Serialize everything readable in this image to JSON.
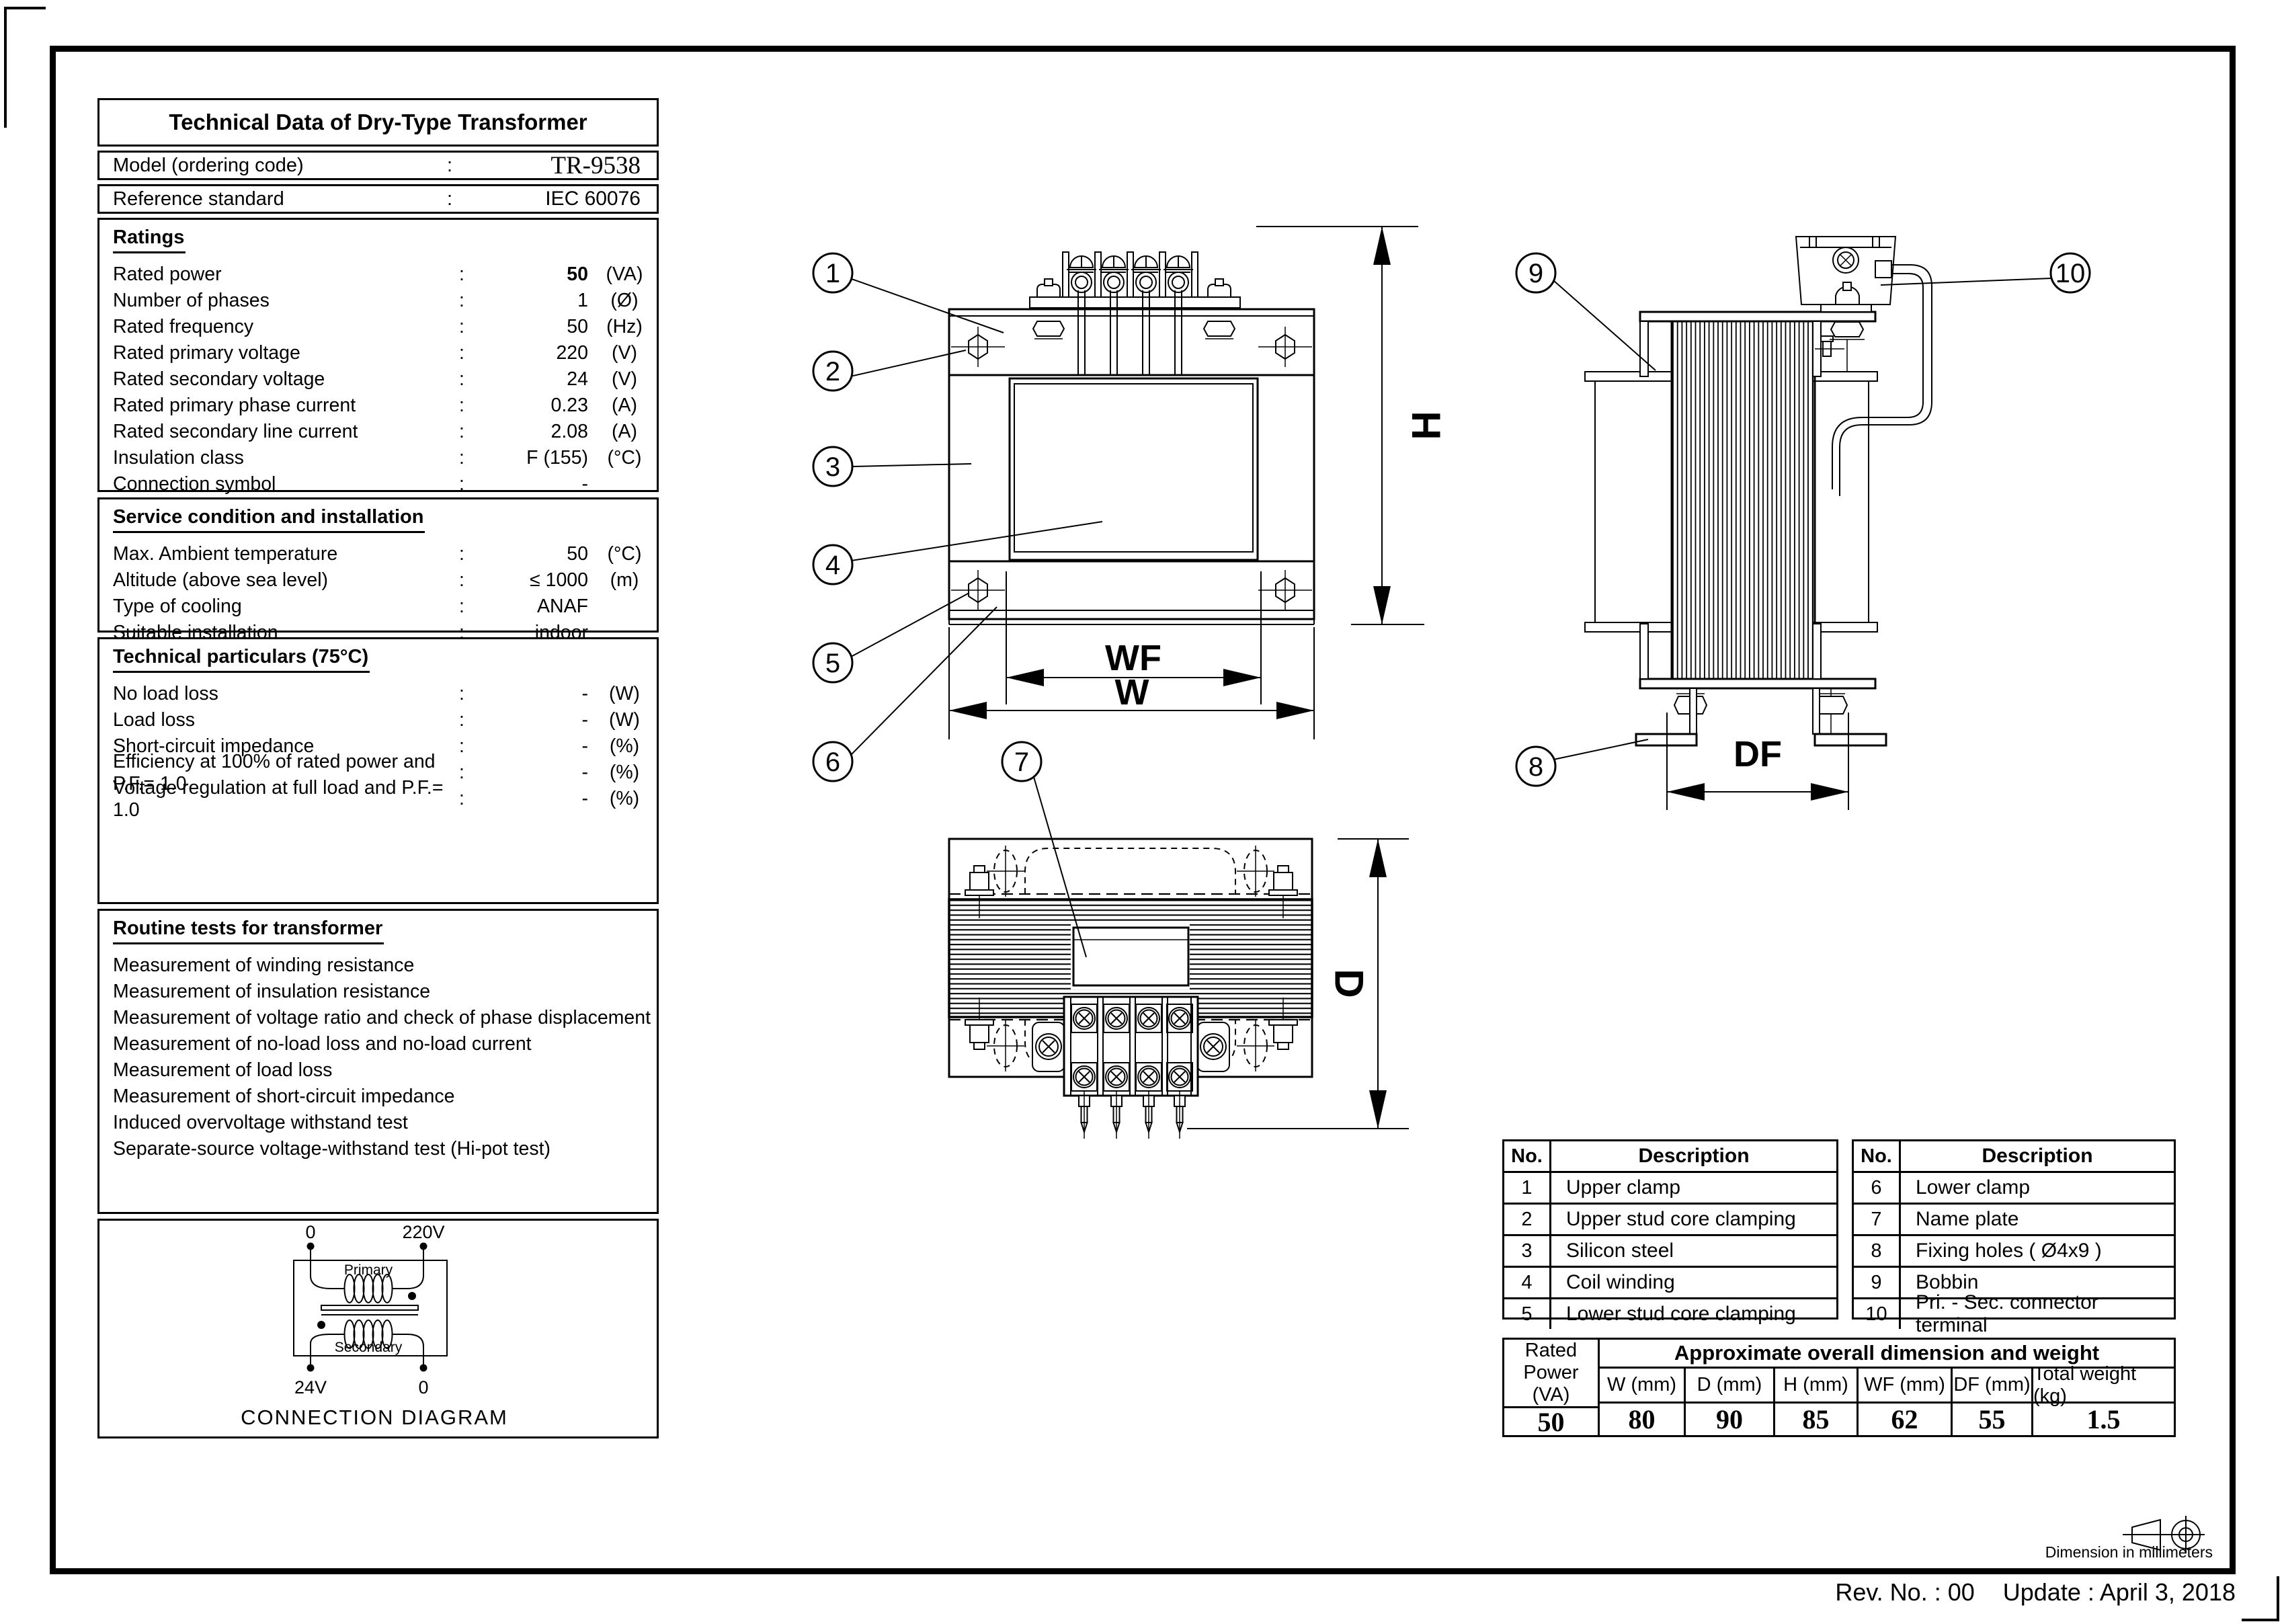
{
  "doc": {
    "title": "Technical Data of Dry-Type Transformer",
    "colon": ":",
    "info": [
      {
        "label": "Model (ordering code)",
        "value": "TR-9538"
      },
      {
        "label": "Reference standard",
        "value": "IEC 60076"
      }
    ],
    "sections": {
      "ratings": {
        "heading": "Ratings",
        "rows": [
          {
            "label": "Rated power",
            "value": "50",
            "unit": "(VA)"
          },
          {
            "label": "Number of phases",
            "value": "1",
            "unit": "(Ø)"
          },
          {
            "label": "Rated frequency",
            "value": "50",
            "unit": "(Hz)"
          },
          {
            "label": "Rated primary voltage",
            "value": "220",
            "unit": "(V)"
          },
          {
            "label": "Rated secondary voltage",
            "value": "24",
            "unit": "(V)"
          },
          {
            "label": "Rated primary phase current",
            "value": "0.23",
            "unit": "(A)"
          },
          {
            "label": "Rated secondary line current",
            "value": "2.08",
            "unit": "(A)"
          },
          {
            "label": "Insulation class",
            "value": "F (155)",
            "unit": "(°C)"
          },
          {
            "label": "Connection symbol",
            "value": "-",
            "unit": ""
          }
        ]
      },
      "service": {
        "heading": "Service condition and installation",
        "rows": [
          {
            "label": "Max. Ambient temperature",
            "value": "50",
            "unit": "(°C)"
          },
          {
            "label": "Altitude (above sea level)",
            "value": "≤ 1000",
            "unit": "(m)"
          },
          {
            "label": "Type of cooling",
            "value": "ANAF",
            "unit": ""
          },
          {
            "label": "Suitable installation",
            "value": "indoor",
            "unit": ""
          }
        ]
      },
      "technical": {
        "heading": "Technical particulars (75°C)",
        "rows": [
          {
            "label": "No load loss",
            "value": "-",
            "unit": "(W)"
          },
          {
            "label": "Load loss",
            "value": "-",
            "unit": "(W)"
          },
          {
            "label": "Short-circuit impedance",
            "value": "-",
            "unit": "(%)"
          },
          {
            "label": "Efficiency at 100% of rated power and P.F.= 1.0",
            "value": "-",
            "unit": "(%)"
          },
          {
            "label": "Voltage regulation at full load and P.F.= 1.0",
            "value": "-",
            "unit": "(%)"
          }
        ]
      },
      "routine": {
        "heading": "Routine tests for transformer",
        "items": [
          "Measurement of winding resistance",
          "Measurement of insulation resistance",
          "Measurement of voltage ratio and check of phase displacement",
          "Measurement of no-load loss and no-load current",
          "Measurement of load loss",
          "Measurement of short-circuit impedance",
          "Induced overvoltage withstand test",
          "Separate-source voltage-withstand test (Hi-pot test)"
        ]
      }
    },
    "connection": {
      "caption": "CONNECTION  DIAGRAM",
      "top_left": "0",
      "top_right": "220V",
      "primary": "Primary",
      "secondary": "Secondary",
      "bottom_left": "24V",
      "bottom_right": "0"
    }
  },
  "drawings": {
    "callouts": [
      "1",
      "2",
      "3",
      "4",
      "5",
      "6",
      "7",
      "8",
      "9",
      "10"
    ],
    "dims": {
      "h": "H",
      "wf": "WF",
      "w": "W",
      "df": "DF",
      "d": "D"
    }
  },
  "parts_left": {
    "header_no": "No.",
    "header_desc": "Description",
    "rows": [
      {
        "no": "1",
        "desc": "Upper clamp"
      },
      {
        "no": "2",
        "desc": "Upper stud core clamping"
      },
      {
        "no": "3",
        "desc": "Silicon steel"
      },
      {
        "no": "4",
        "desc": "Coil winding"
      },
      {
        "no": "5",
        "desc": "Lower stud core clamping"
      }
    ]
  },
  "parts_right": {
    "header_no": "No.",
    "header_desc": "Description",
    "rows": [
      {
        "no": "6",
        "desc": "Lower clamp"
      },
      {
        "no": "7",
        "desc": "Name plate"
      },
      {
        "no": "8",
        "desc": "Fixing holes ( Ø4x9 )"
      },
      {
        "no": "9",
        "desc": "Bobbin"
      },
      {
        "no": "10",
        "desc": "Pri. - Sec. connector terminal"
      }
    ]
  },
  "dimension_table": {
    "rated_power_lines": [
      "Rated",
      "Power",
      "(VA)"
    ],
    "group_header": "Approximate overall dimension and weight",
    "columns": [
      "W (mm)",
      "D (mm)",
      "H (mm)",
      "WF (mm)",
      "DF (mm)",
      "Total weight (kg)"
    ],
    "rated_power_value": "50",
    "values": [
      "80",
      "90",
      "85",
      "62",
      "55",
      "1.5"
    ]
  },
  "footer": {
    "rev": "Rev. No. : 00",
    "update": "Update : April 3, 2018",
    "dim_note": "Dimension in millimeters"
  },
  "colors": {
    "ink": "#000000",
    "paper": "#ffffff"
  }
}
